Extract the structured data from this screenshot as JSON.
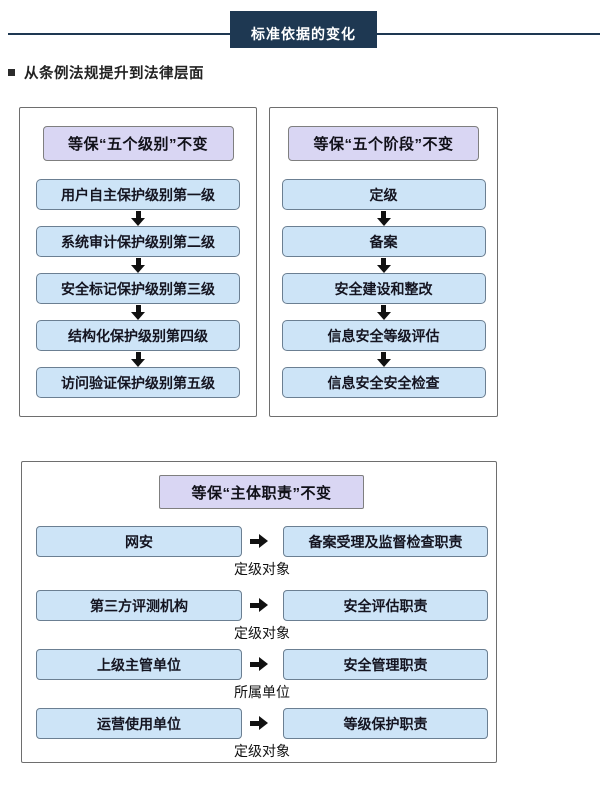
{
  "header": {
    "title": "标准依据的变化"
  },
  "section": {
    "heading": "从条例法规提升到法律层面"
  },
  "panels": {
    "levels": {
      "title": "等保“五个级别”不变",
      "items": [
        "用户自主保护级别第一级",
        "系统审计保护级别第二级",
        "安全标记保护级别第三级",
        "结构化保护级别第四级",
        "访问验证保护级别第五级"
      ]
    },
    "stages": {
      "title": "等保“五个阶段”不变",
      "items": [
        "定级",
        "备案",
        "安全建设和整改",
        "信息安全等级评估",
        "信息安全安全检查"
      ]
    },
    "responsibilities": {
      "title": "等保“主体职责”不变",
      "rows": [
        {
          "subject": "网安",
          "duty": "备案受理及监督检查职责",
          "relation_label": "定级对象"
        },
        {
          "subject": "第三方评测机构",
          "duty": "安全评估职责",
          "relation_label": "定级对象"
        },
        {
          "subject": "上级主管单位",
          "duty": "安全管理职责",
          "relation_label": "所属单位"
        },
        {
          "subject": "运营使用单位",
          "duty": "等级保护职责",
          "relation_label": "定级对象"
        }
      ]
    }
  },
  "colors": {
    "header_navy": "#1e3852",
    "lavender_fill": "#d9d6f3",
    "blue_fill": "#cde4f7",
    "box_border": "#6b7f92",
    "panel_border": "#6e6e6e",
    "arrow_black": "#111111"
  }
}
